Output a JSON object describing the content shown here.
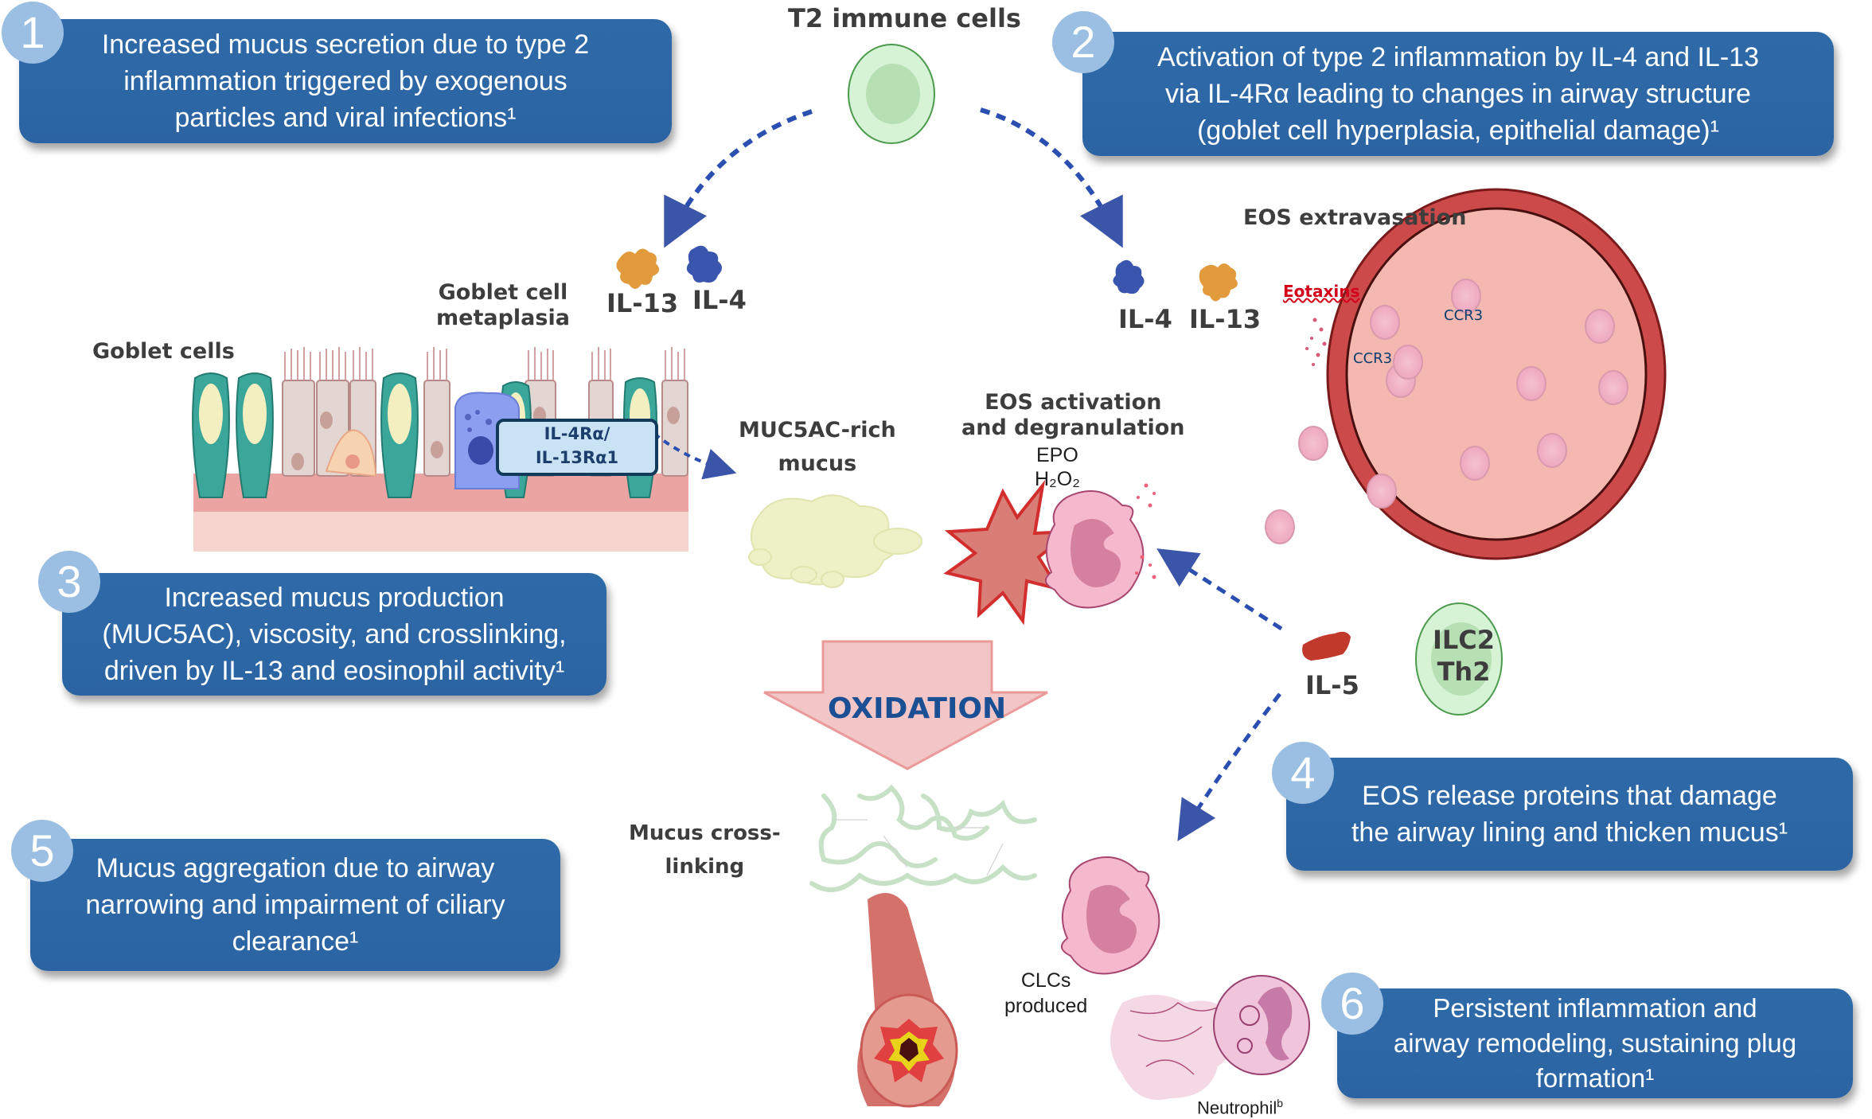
{
  "title": "T2 inflammation and mucus plug formation pathway",
  "colors": {
    "box_blue": "#2f6aa8",
    "number_badge": "#9bbfe2",
    "arrow_blue": "#2a4fb0",
    "eotaxin_red": "#d4001a",
    "ccr3_navy": "#0d3d6e",
    "oxidation_text": "#1b4f94",
    "oxidation_arrow": "#f2c6c6"
  },
  "steps": [
    {
      "number": "1",
      "lines": [
        "Increased mucus secretion due to type 2",
        "inflammation triggered by exogenous",
        "particles and viral infections¹"
      ]
    },
    {
      "number": "2",
      "lines": [
        "Activation of type 2 inflammation by IL-4 and IL-13",
        "via IL-4Rα leading to changes in airway structure",
        "(goblet cell hyperplasia, epithelial damage)¹"
      ]
    },
    {
      "number": "3",
      "lines": [
        "Increased mucus production",
        "(MUC5AC), viscosity, and crosslinking,",
        "driven by IL-13 and eosinophil activity¹"
      ]
    },
    {
      "number": "4",
      "lines": [
        "EOS release proteins that damage",
        "the airway lining and thicken mucus¹"
      ]
    },
    {
      "number": "5",
      "lines": [
        "Mucus aggregation due to airway",
        "narrowing and impairment of ciliary",
        "clearance¹"
      ]
    },
    {
      "number": "6",
      "lines": [
        "Persistent inflammation and",
        "airway remodeling, sustaining plug",
        "formation¹"
      ]
    }
  ],
  "labels": {
    "t2_immune_cells": "T2 immune cells",
    "il13_left": "IL-13",
    "il4_left": "IL-4",
    "goblet_cell_metaplasia_1": "Goblet cell",
    "goblet_cell_metaplasia_2": "metaplasia",
    "goblet_cells": "Goblet cells",
    "receptor_1": "IL-4Rα/",
    "receptor_2": "IL-13Rα1",
    "muc5ac_1": "MUC5AC-rich",
    "muc5ac_2": "mucus",
    "eos_activation_1": "EOS activation",
    "eos_activation_2": "and degranulation",
    "epo": "EPO",
    "h2o2": "H₂O₂",
    "eos_extravasation": "EOS extravasation",
    "il4_right": "IL-4",
    "il13_right": "IL-13",
    "eotaxins": "Eotaxins",
    "ccr3_a": "CCR3",
    "ccr3_b": "CCR3",
    "il5": "IL-5",
    "ilc2": "ILC2",
    "th2": "Th2",
    "oxidation": "OXIDATION",
    "crosslinking_1": "Mucus cross-",
    "crosslinking_2": "linking",
    "clcs_1": "CLCs",
    "clcs_2": "produced",
    "neutrophil": "Neutrophil",
    "neutrophil_sup": "b"
  }
}
